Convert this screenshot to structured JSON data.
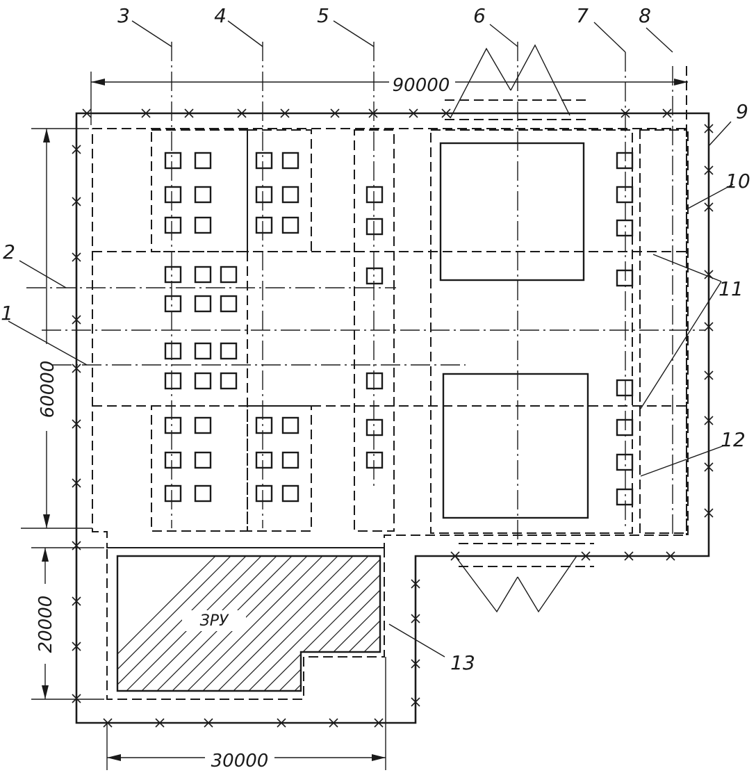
{
  "callouts": [
    "1",
    "2",
    "3",
    "4",
    "5",
    "6",
    "7",
    "8",
    "9",
    "10",
    "11",
    "12",
    "13"
  ],
  "dimensions": {
    "top": "90000",
    "left_main": "60000",
    "left_lower": "20000",
    "bottom": "30000"
  },
  "switchgear_label": "ЗРУ"
}
